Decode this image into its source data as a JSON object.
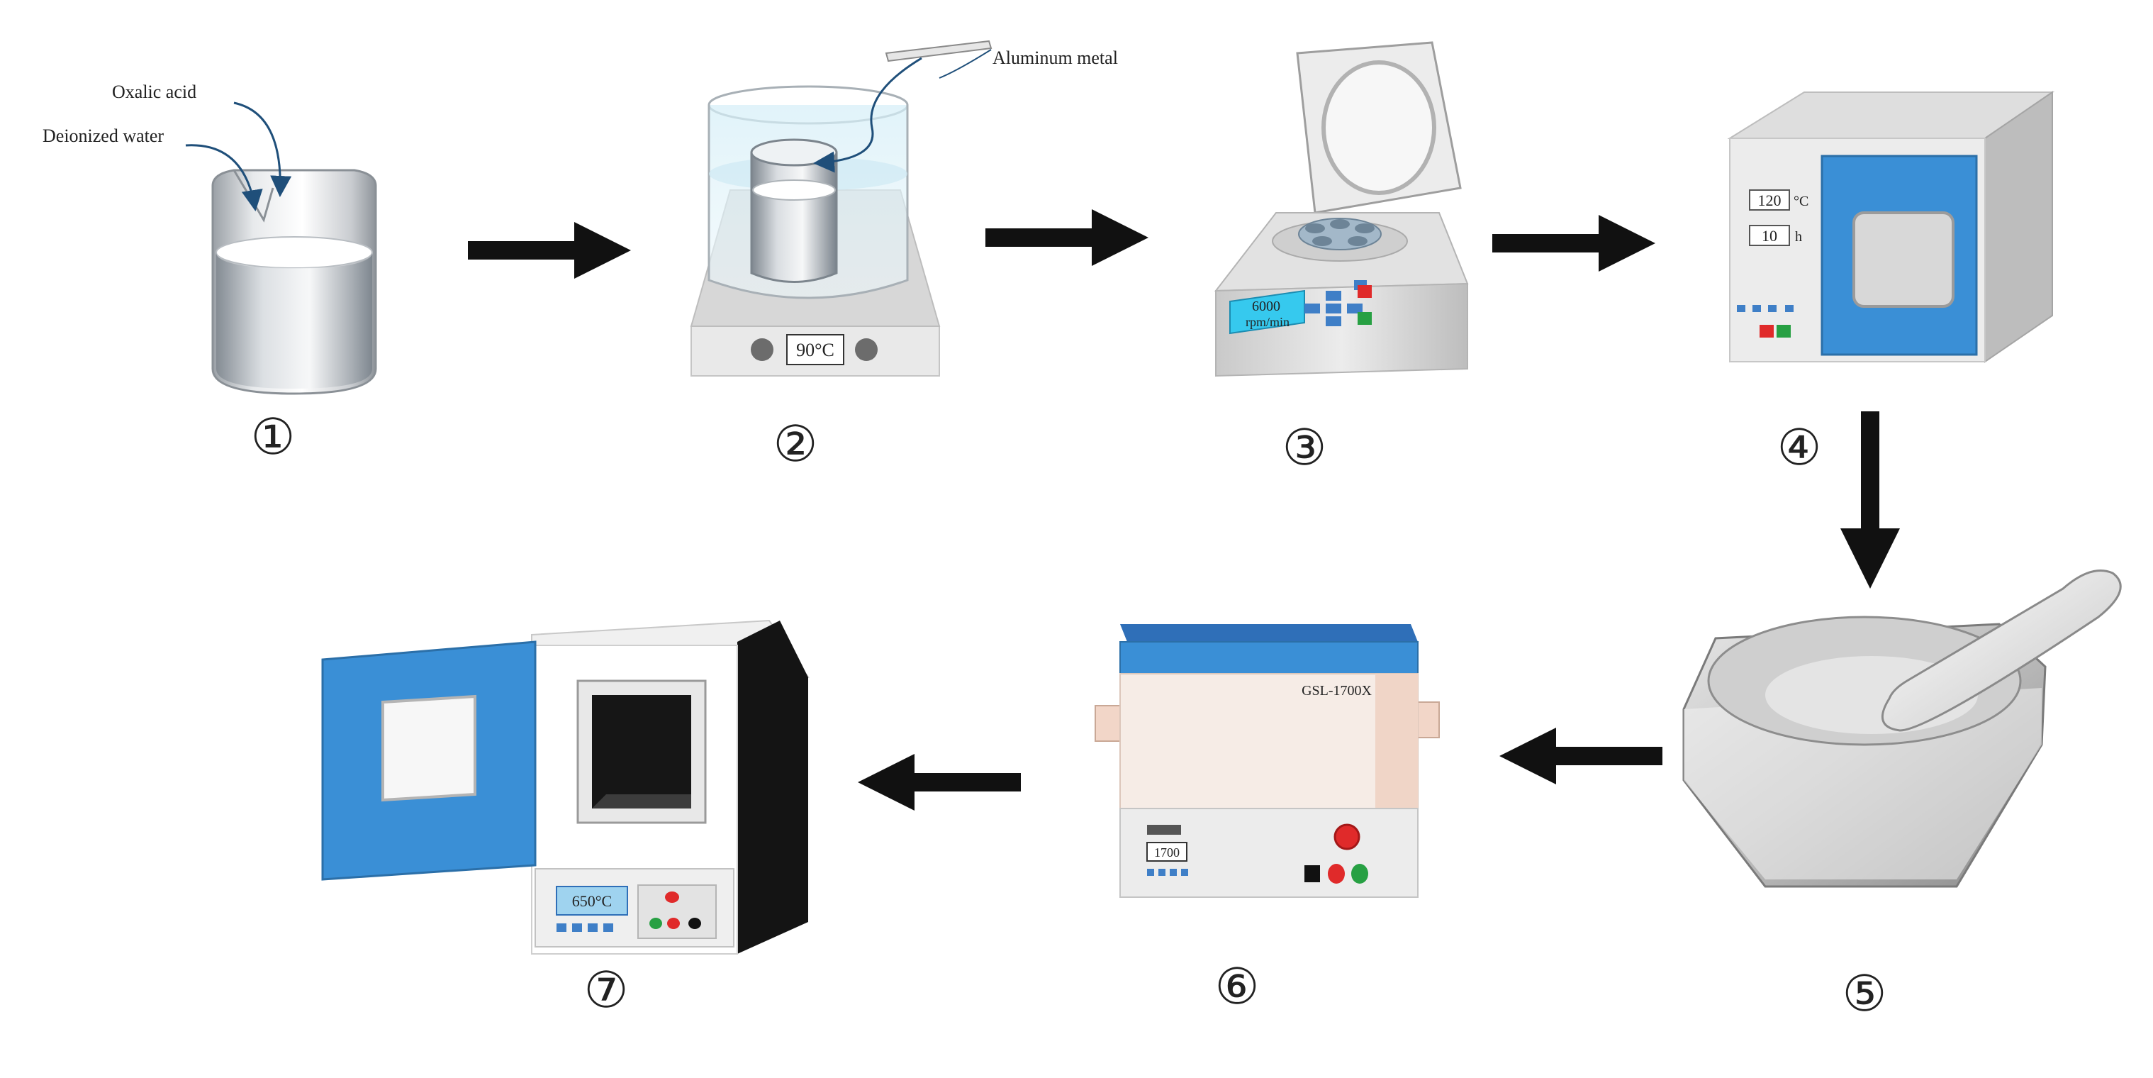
{
  "labels": {
    "oxalic_acid": "Oxalic acid",
    "deionized_water": "Deionized water",
    "aluminum_metal": "Aluminum metal",
    "hotplate_temp": "90°C",
    "centrifuge_speed_value": "6000",
    "centrifuge_speed_unit": "rpm/min",
    "oven_temp": "120",
    "oven_temp_unit": "°C",
    "oven_time": "10",
    "oven_time_unit": "h",
    "tube_furnace_model": "GSL-1700X",
    "tube_furnace_display": "1700",
    "muffle_temp": "650°C"
  },
  "steps": [
    "①",
    "②",
    "③",
    "④",
    "⑤",
    "⑥",
    "⑦"
  ],
  "colors": {
    "arrow": "#111111",
    "blue": "#3a8fd6",
    "display_red": "#d43b2f",
    "button_red": "#e02a2a",
    "button_green": "#27a043",
    "screen_cyan": "#36c9ee"
  }
}
